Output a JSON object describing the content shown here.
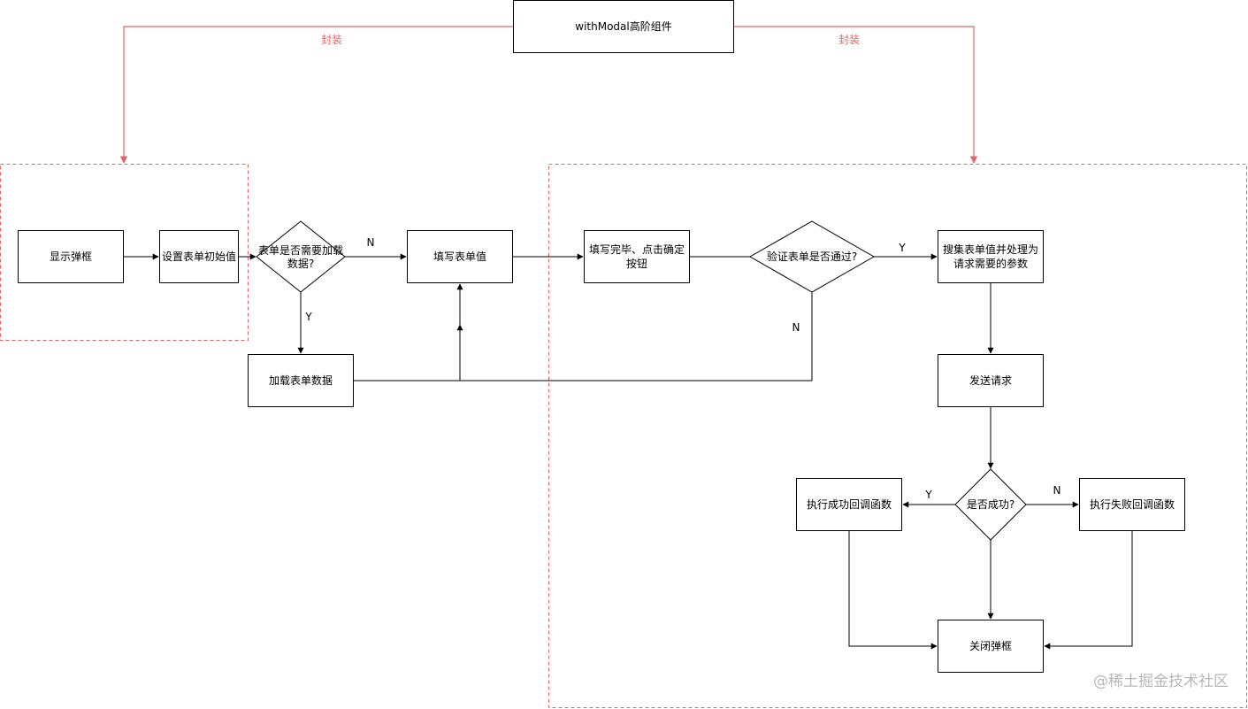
{
  "diagram": {
    "top_component": "withModal高阶组件",
    "wrap_label_left": "封装",
    "wrap_label_right": "封装",
    "nodes": {
      "show_modal": "显示弹框",
      "set_initial": "设置表单初始值",
      "need_load_line1": "表单是否需要加载",
      "need_load_line2": "数据?",
      "fill_form": "填写表单值",
      "fill_done_line1": "填写完毕、点击确定",
      "fill_done_line2": "按钮",
      "validate": "验证表单是否通过?",
      "collect_line1": "搜集表单值并处理为",
      "collect_line2": "请求需要的参数",
      "load_data": "加载表单数据",
      "send_request": "发送请求",
      "success_q": "是否成功?",
      "on_success": "执行成功回调函数",
      "on_fail": "执行失败回调函数",
      "close_modal": "关闭弹框"
    },
    "edge_labels": {
      "need_load_no": "N",
      "need_load_yes": "Y",
      "validate_yes": "Y",
      "validate_no": "N",
      "success_yes": "Y",
      "success_no": "N"
    },
    "colors": {
      "line": "#000000",
      "accent": "#e06666"
    }
  },
  "watermark": "@稀土掘金技术社区"
}
